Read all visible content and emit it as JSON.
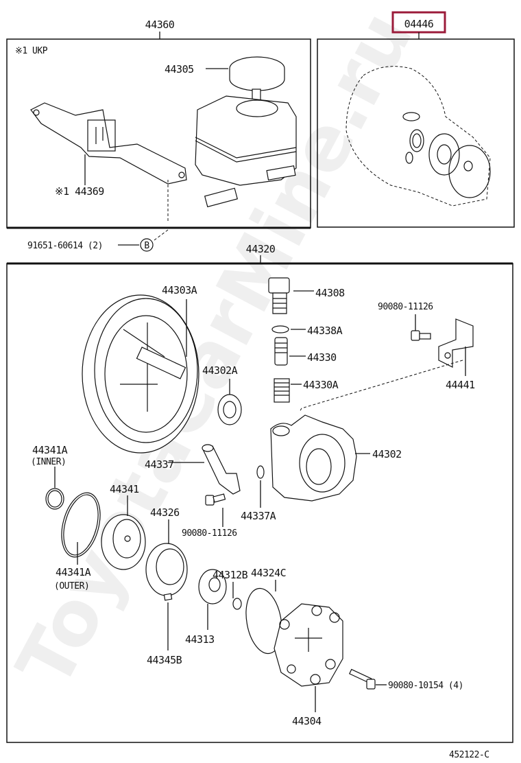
{
  "diagram_id": "452122-C",
  "watermark": "ToyotaCarMine.ru",
  "accent_color": "#9b1b3a",
  "groups": {
    "reservoir": {
      "code": "44360",
      "note": "※1 UKP"
    },
    "kit": {
      "code": "04446",
      "highlighted": true
    },
    "pump": {
      "code": "44320"
    }
  },
  "labels": {
    "l44305": "44305",
    "l44369": "※1 44369",
    "l91651": "91651-60614 (2)",
    "callout_b": "B",
    "l44303A": "44303A",
    "l44308": "44308",
    "l44338A": "44338A",
    "l44330": "44330",
    "l44330A": "44330A",
    "l90080a": "90080-11126",
    "l44441": "44441",
    "l44302A": "44302A",
    "l44302": "44302",
    "l44341Ai": "44341A",
    "inner": "(INNER)",
    "l44337": "44337",
    "l44341": "44341",
    "l44326": "44326",
    "l44337A": "44337A",
    "l90080b": "90080-11126",
    "l44341Ao": "44341A",
    "outer": "(OUTER)",
    "l44312B": "44312B",
    "l44324C": "44324C",
    "l44313": "44313",
    "l44345B": "44345B",
    "l90080c": "90080-10154 (4)",
    "l44304": "44304"
  }
}
